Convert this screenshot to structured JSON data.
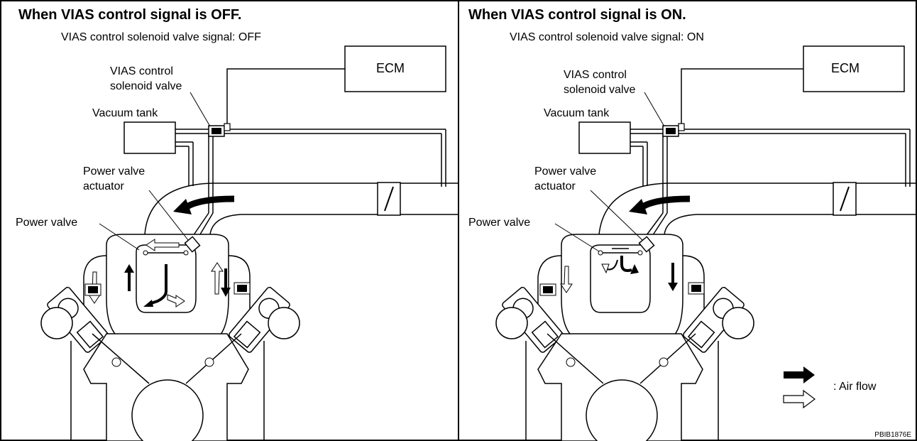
{
  "left": {
    "title": "When VIAS control signal is OFF.",
    "signal": "VIAS control solenoid valve signal: OFF",
    "solenoid_label": "VIAS control\nsolenoid valve",
    "ecm": "ECM",
    "vacuum_tank": "Vacuum tank",
    "actuator_label": "Power valve\nactuator",
    "power_valve": "Power valve"
  },
  "right": {
    "title": "When VIAS control signal is ON.",
    "signal": "VIAS control solenoid valve signal: ON",
    "solenoid_label": "VIAS control\nsolenoid valve",
    "ecm": "ECM",
    "vacuum_tank": "Vacuum tank",
    "actuator_label": "Power valve\nactuator",
    "power_valve": "Power valve"
  },
  "legend": {
    "air_flow": ": Air flow"
  },
  "figure_code": "PBIB1876E"
}
